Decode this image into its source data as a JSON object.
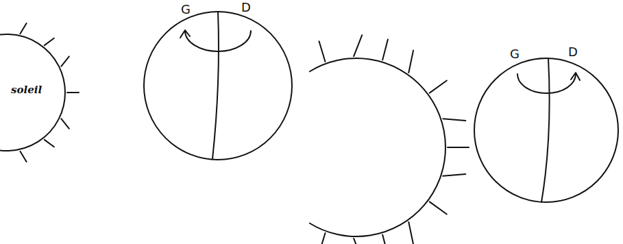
{
  "diagram": {
    "nodes": [
      {
        "text": [
          "soleil"
        ]
      }
    ],
    "labels": [
      "G",
      "D",
      "G",
      "D"
    ]
  }
}
